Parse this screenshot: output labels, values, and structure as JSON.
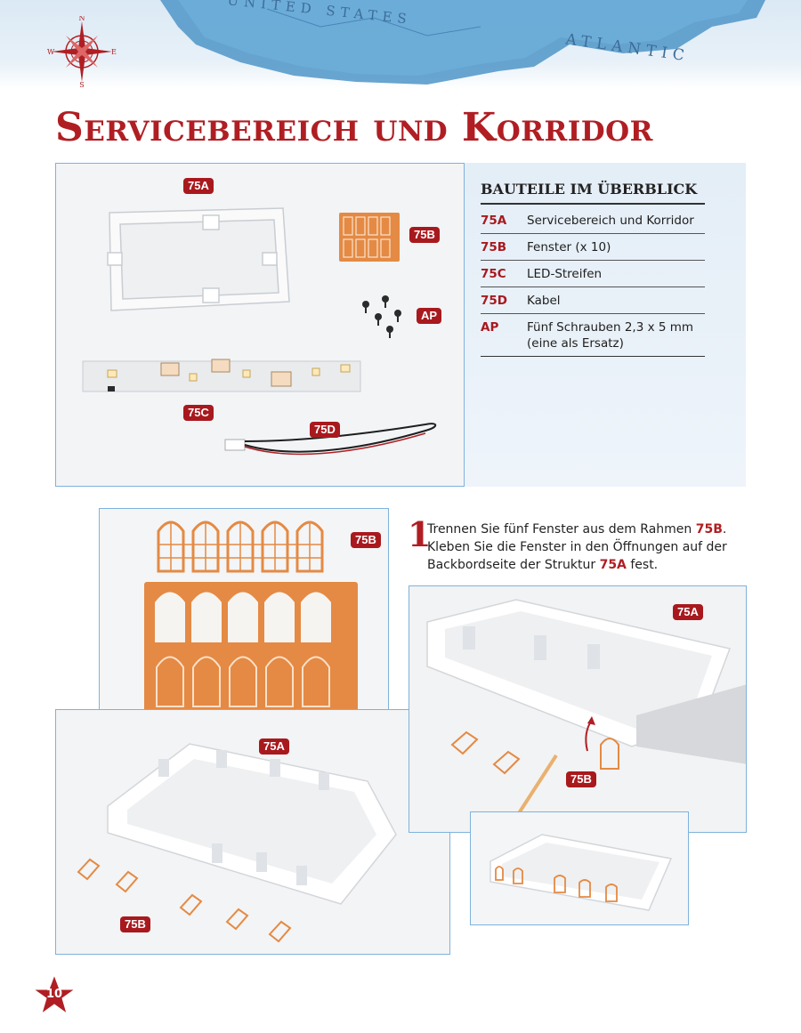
{
  "map": {
    "label_country": "UNITED STATES",
    "label_ocean": "ATLANTIC"
  },
  "compass": {
    "n": "N",
    "s": "S",
    "e": "E",
    "w": "W"
  },
  "title": "Servicebereich und Korridor",
  "parts": {
    "heading": "BAUTEILE IM ÜBERBLICK",
    "rows": [
      {
        "code": "75A",
        "desc": "Servicebereich und Korridor"
      },
      {
        "code": "75B",
        "desc": "Fenster (x 10)"
      },
      {
        "code": "75C",
        "desc": "LED-Streifen"
      },
      {
        "code": "75D",
        "desc": "Kabel"
      },
      {
        "code": "AP",
        "desc": "Fünf Schrauben 2,3 x 5 mm (eine als Ersatz)"
      }
    ]
  },
  "photo_labels": {
    "main_75a": "75A",
    "main_75b": "75B",
    "main_ap": "AP",
    "main_75c": "75C",
    "main_75d": "75D",
    "frame_75b": "75B",
    "bottom_75a": "75A",
    "bottom_75b": "75B",
    "right_75a": "75A",
    "right_75b": "75B"
  },
  "step": {
    "number": "1",
    "text_1": "Trennen Sie fünf Fenster aus dem Rahmen ",
    "ref_1": "75B",
    "text_2": ". Kleben Sie die Fenster in den Öffnungen auf der Backbordseite der Struktur ",
    "ref_2": "75A",
    "text_3": " fest."
  },
  "page_number": "10",
  "colors": {
    "accent": "#b01e23",
    "frame_border": "#7fb2dc",
    "part_orange": "#e48a44",
    "panel_bg": "#e4eef7"
  }
}
